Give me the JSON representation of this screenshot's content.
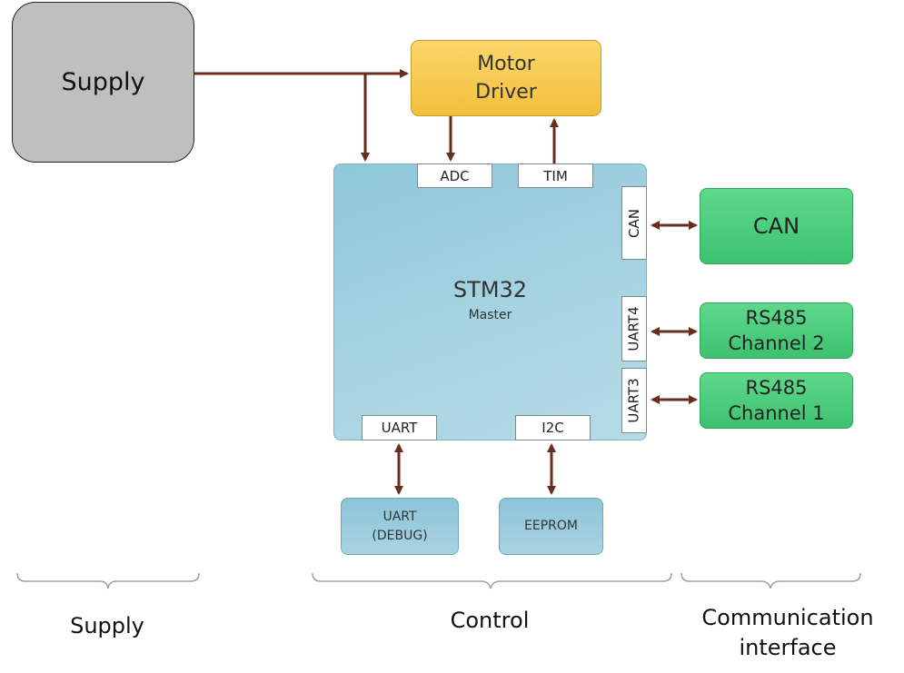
{
  "blocks": {
    "supply": "Supply",
    "motor_driver": [
      "Motor",
      "Driver"
    ],
    "mcu": {
      "name": "STM32",
      "role": "Master"
    },
    "can": "CAN",
    "rs485_ch2": [
      "RS485",
      "Channel 2"
    ],
    "rs485_ch1": [
      "RS485",
      "Channel 1"
    ],
    "uart_debug": [
      "UART",
      "(DEBUG)"
    ],
    "eeprom": "EEPROM"
  },
  "ports": {
    "adc": "ADC",
    "tim": "TIM",
    "can": "CAN",
    "uart4": "UART4",
    "uart3": "UART3",
    "uart": "UART",
    "i2c": "I2C"
  },
  "sections": {
    "supply": "Supply",
    "control": "Control",
    "communication": [
      "Communication",
      "interface"
    ]
  },
  "colors": {
    "arrow": "#6b2d1e",
    "brace": "#a0a0a0"
  }
}
